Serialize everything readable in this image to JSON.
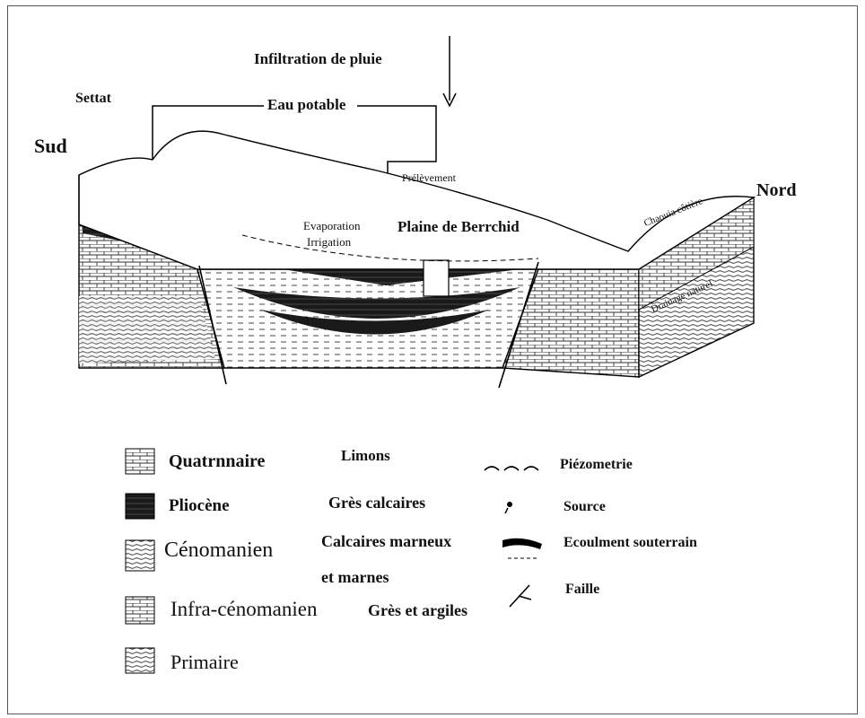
{
  "labels": {
    "infiltration": "Infiltration de pluie",
    "settat": "Settat",
    "eau_potable": "Eau potable",
    "sud": "Sud",
    "nord": "Nord",
    "prelevement": "Prélèvement",
    "evaporation": "Evaporation",
    "irrigation": "Irrigation",
    "plaine": "Plaine de Berrchid",
    "chaouia": "Chaouia côtière",
    "drainage": "Drainage naturel"
  },
  "legend": {
    "units": [
      {
        "name": "Quatrnnaire",
        "lithology": "Limons"
      },
      {
        "name": "Pliocène",
        "lithology": "Grès calcaires"
      },
      {
        "name": "Cénomanien",
        "lithology": "Calcaires marneux"
      },
      {
        "name": "",
        "lithology": "et marnes"
      },
      {
        "name": "Infra-cénomanien",
        "lithology": "Grès et argiles"
      },
      {
        "name": "Primaire",
        "lithology": ""
      }
    ],
    "symbols": [
      {
        "label": "Piézometrie",
        "icon": "dashed-wave-icon"
      },
      {
        "label": "Source",
        "icon": "source-icon"
      },
      {
        "label": "Ecoulment souterrain",
        "icon": "flow-icon"
      },
      {
        "label": "Faille",
        "icon": "fault-icon"
      }
    ]
  }
}
